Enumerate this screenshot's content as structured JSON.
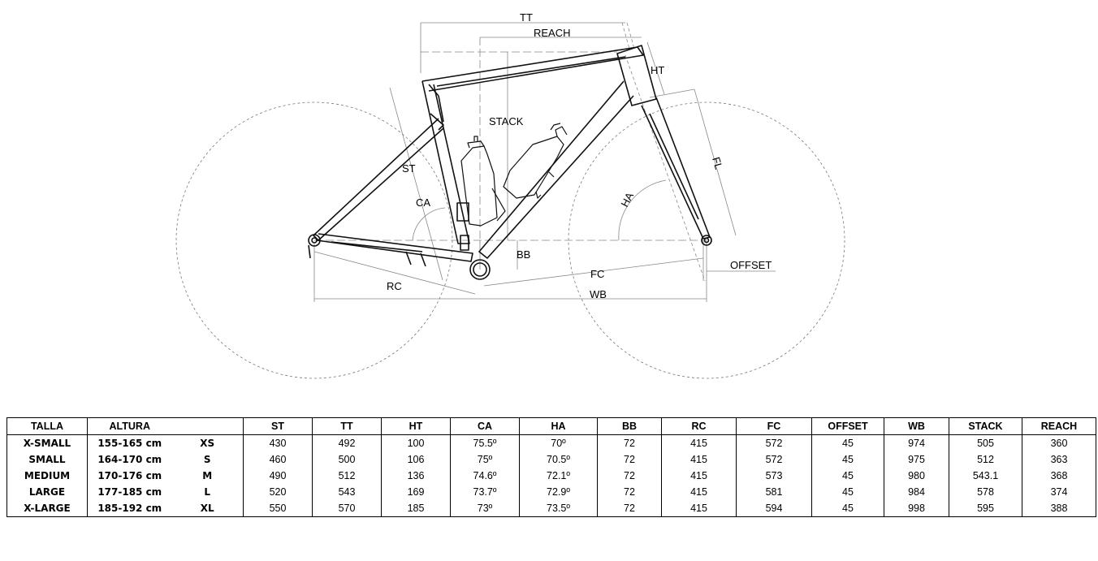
{
  "diagram": {
    "labels": {
      "tt": "TT",
      "reach": "REACH",
      "ht": "HT",
      "stack": "STACK",
      "st": "ST",
      "ca": "CA",
      "fl": "FL",
      "ha": "HA",
      "bb": "BB",
      "offset": "OFFSET",
      "fc": "FC",
      "rc": "RC",
      "wb": "WB"
    }
  },
  "table": {
    "headers": [
      "TALLA",
      "ALTURA",
      "",
      "ST",
      "TT",
      "HT",
      "CA",
      "HA",
      "BB",
      "RC",
      "FC",
      "OFFSET",
      "WB",
      "STACK",
      "REACH"
    ],
    "rows": [
      [
        "X-SMALL",
        "155-165 cm",
        "XS",
        "430",
        "492",
        "100",
        "75.5º",
        "70º",
        "72",
        "415",
        "572",
        "45",
        "974",
        "505",
        "360"
      ],
      [
        "SMALL",
        "164-170 cm",
        "S",
        "460",
        "500",
        "106",
        "75º",
        "70.5º",
        "72",
        "415",
        "572",
        "45",
        "975",
        "512",
        "363"
      ],
      [
        "MEDIUM",
        "170-176 cm",
        "M",
        "490",
        "512",
        "136",
        "74.6º",
        "72.1º",
        "72",
        "415",
        "573",
        "45",
        "980",
        "543.1",
        "368"
      ],
      [
        "LARGE",
        "177-185 cm",
        "L",
        "520",
        "543",
        "169",
        "73.7º",
        "72.9º",
        "72",
        "415",
        "581",
        "45",
        "984",
        "578",
        "374"
      ],
      [
        "X-LARGE",
        "185-192 cm",
        "XL",
        "550",
        "570",
        "185",
        "73º",
        "73.5º",
        "72",
        "415",
        "594",
        "45",
        "998",
        "595",
        "388"
      ]
    ]
  }
}
